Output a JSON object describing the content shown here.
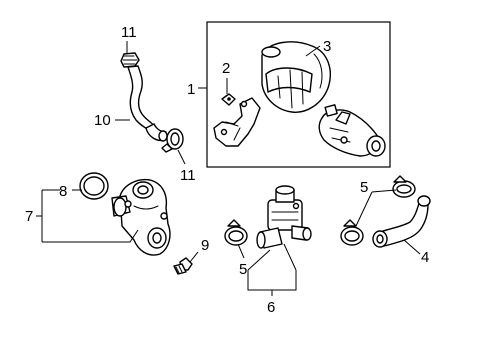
{
  "callouts": {
    "c1": "1",
    "c2": "2",
    "c3": "3",
    "c4": "4",
    "c5a": "5",
    "c5b": "5",
    "c6": "6",
    "c7": "7",
    "c8": "8",
    "c9": "9",
    "c10": "10",
    "c11a": "11",
    "c11b": "11"
  },
  "colors": {
    "line": "#000000",
    "background": "#ffffff"
  }
}
